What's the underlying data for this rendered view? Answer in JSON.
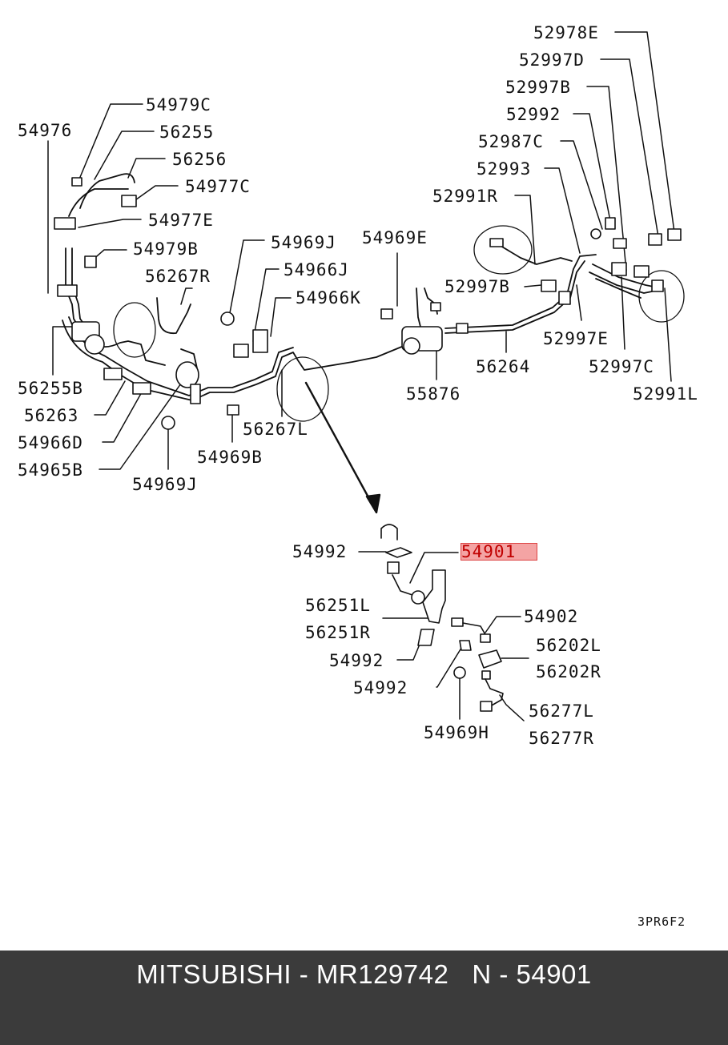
{
  "diagram": {
    "labels": [
      "52978E",
      "52997D",
      "52997B",
      "52992",
      "52987C",
      "52993",
      "52991R",
      "52997B",
      "52997E",
      "52997C",
      "52991L",
      "56264",
      "55876",
      "54969E",
      "54969J",
      "54966J",
      "54966K",
      "56267L",
      "54969B",
      "54979C",
      "56255",
      "56256",
      "54977C",
      "54977E",
      "54976",
      "54979B",
      "56267R",
      "56255B",
      "56263",
      "54966D",
      "54965B",
      "54969J",
      "54992",
      "54901",
      "56251L",
      "56251R",
      "54992",
      "54992",
      "54902",
      "56202L",
      "56202R",
      "56277L",
      "56277R",
      "54969H"
    ],
    "highlighted_part": "54901",
    "diagram_code": "3PR6F2"
  },
  "footer": {
    "text": "MITSUBISHI - MR129742   N - 54901"
  }
}
